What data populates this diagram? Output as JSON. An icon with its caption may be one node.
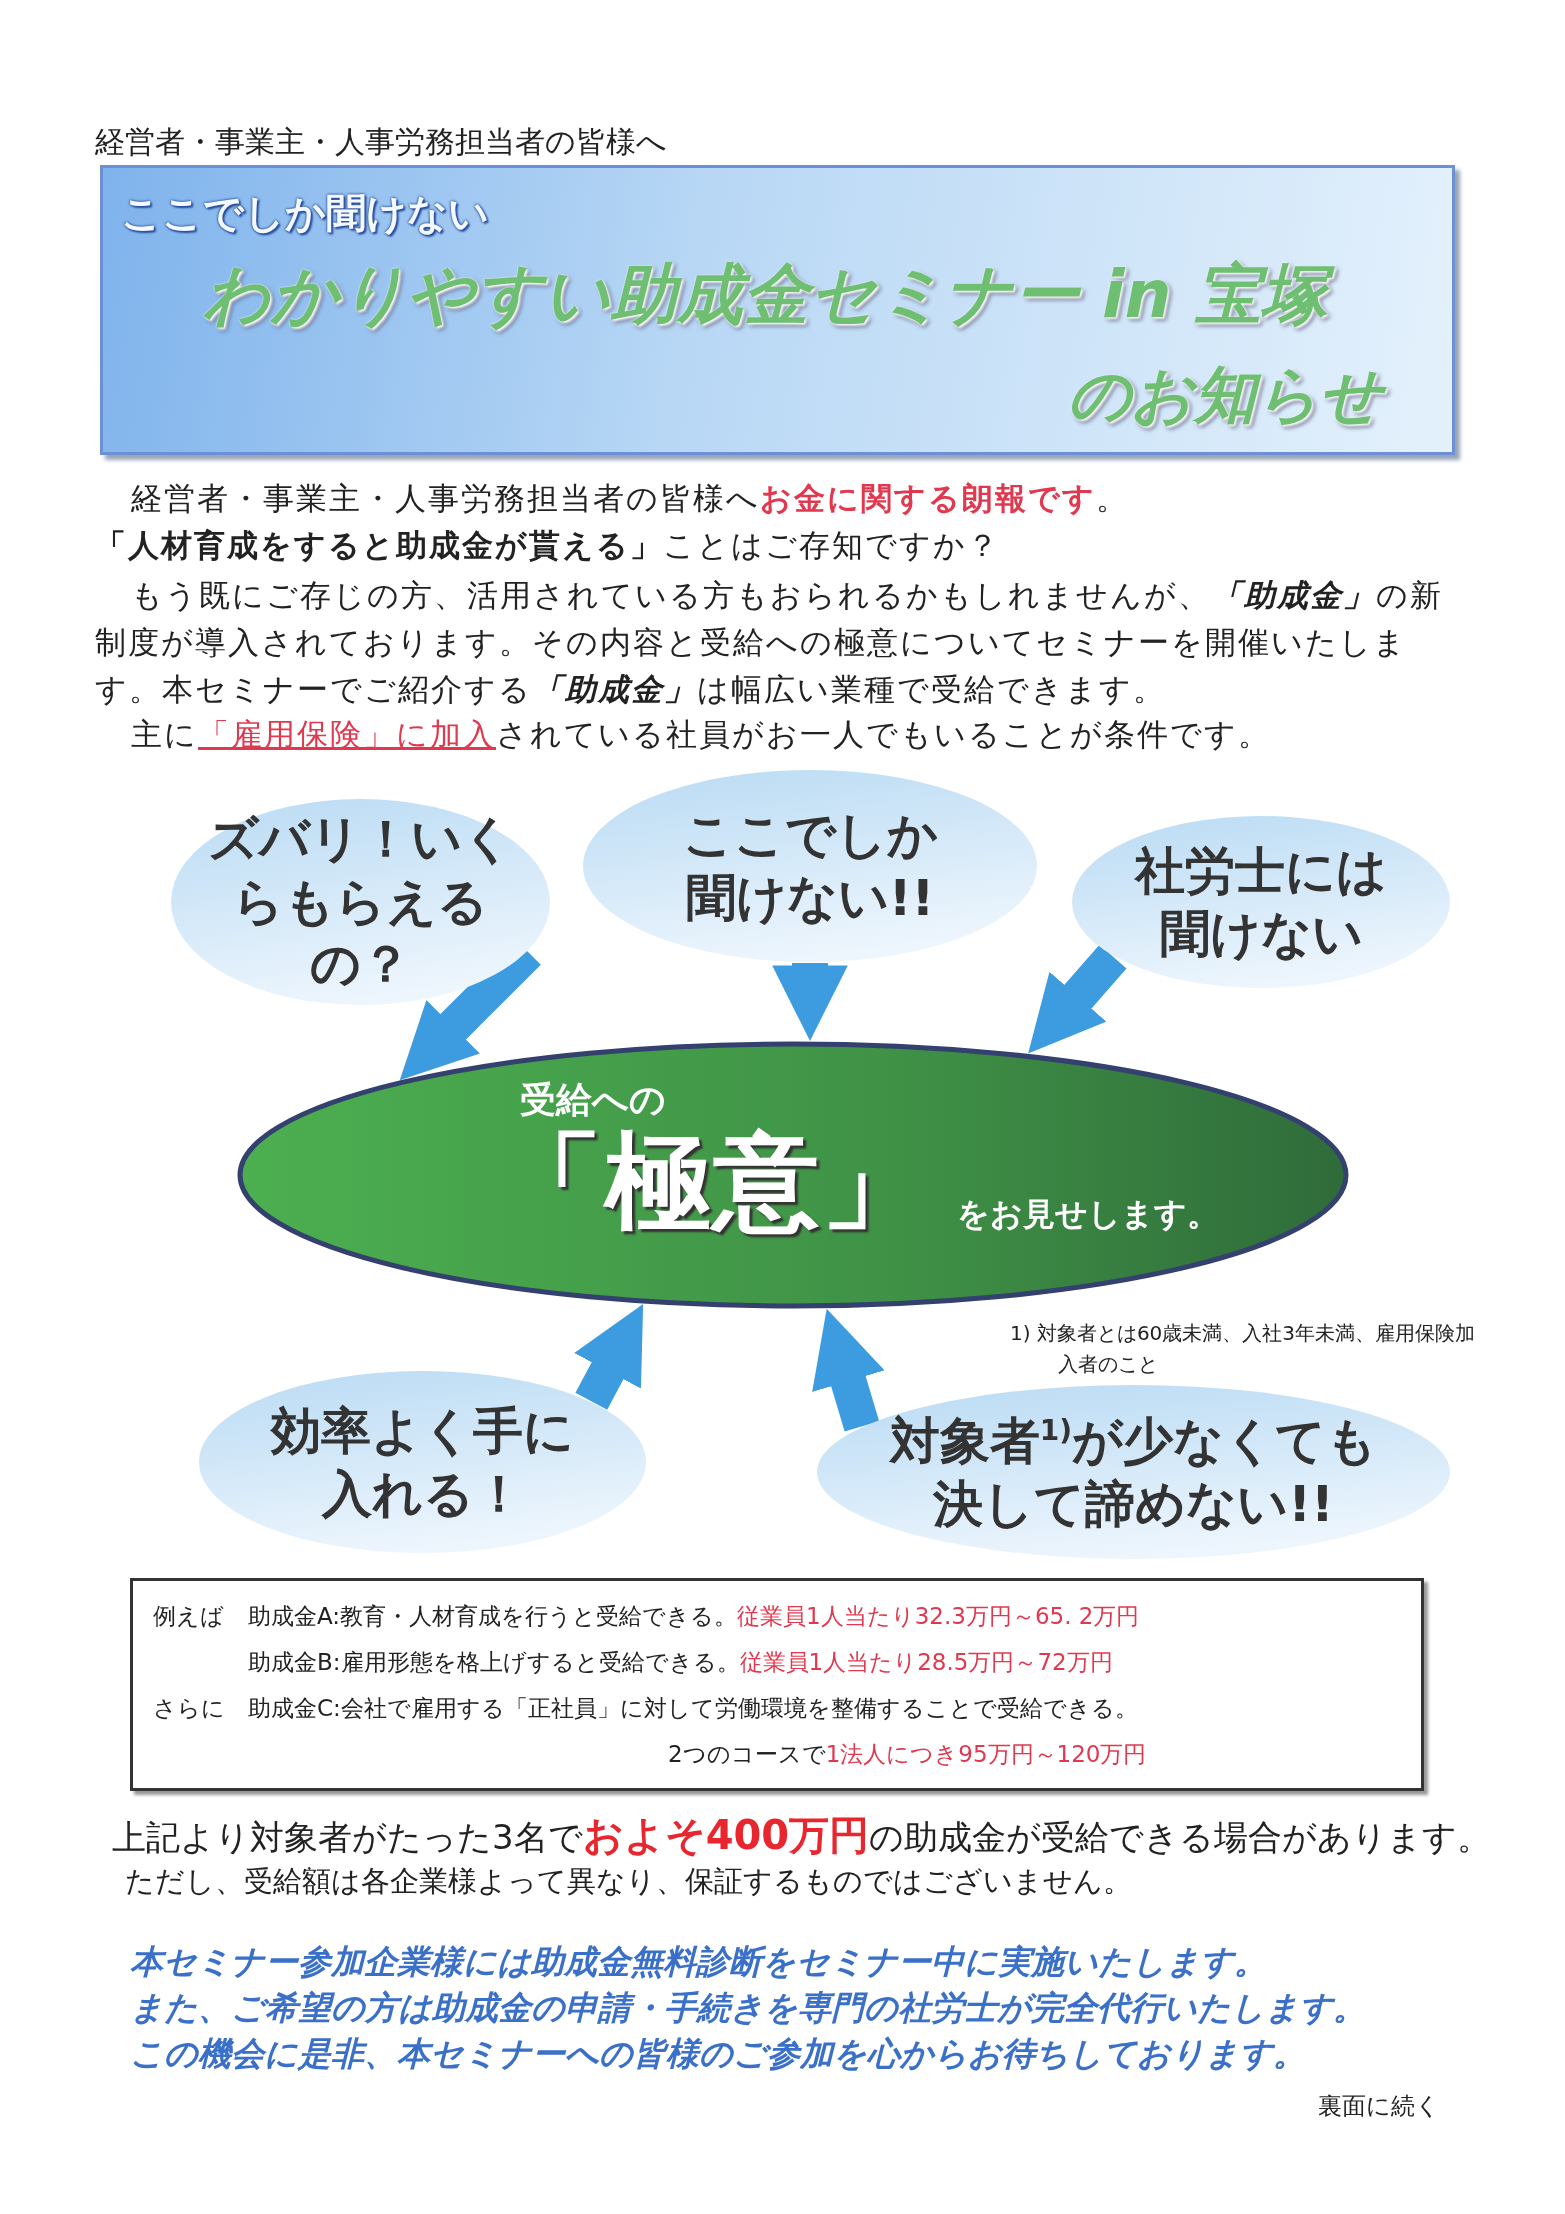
{
  "diagram": {
    "nodes": [
      {
        "text": [
          "ここでしか聞けない",
          "わかりやすい助成金セミナー in 宝塚",
          "のお知らせ"
        ]
      },
      {
        "text": [
          "ズバリ！いくらもらえるの？"
        ]
      },
      {
        "text": [
          "ここでしか聞けない!!"
        ]
      },
      {
        "text": [
          "社労士には聞けない"
        ]
      },
      {
        "text": [
          "受給への",
          "「極意」",
          "をお見せします。"
        ]
      },
      {
        "text": [
          "効率よく手に入れる！"
        ]
      },
      {
        "text": [
          "対象者$^{1)}$が少なくても決して諦めない!!"
        ]
      },
      {
        "text": [
          "例えば",
          "助成金A:教育・人材育成を行うと受給できる。**従業員1人当たり32.3万円～65. 2万円**",
          "助成金B:雇用形態を格上げすると受給できる。**従業員1人当たり28.5万円～72万円**",
          "さらに",
          "助成金C:会社で雇用する「正社員」に対して労働環境を整備することで受給できる。",
          "2つのコースで**1法人につき95万円～120万円**"
        ]
      }
    ],
    "edges": [
      {
        "from": 1,
        "to": 4,
        "arrow": "to"
      },
      {
        "from": 2,
        "to": 4,
        "arrow": "to"
      },
      {
        "from": 3,
        "to": 4,
        "arrow": "to"
      },
      {
        "from": 5,
        "to": 4,
        "arrow": "to"
      },
      {
        "from": 6,
        "to": 4,
        "arrow": "to"
      }
    ],
    "labels": [
      "経営者・事業主・人事労務担当者の皆様へ",
      "経営者・事業主・人事労務担当者の皆様へ**お金に関する朗報です**。",
      "**「人材育成をすると助成金が貰える」**ことはご存知ですか？",
      "もう既にご存じの方、活用されている方もおられるかもしれませんが、**「助成金」**の新制度が導入されております。その内容と受給への極意についてセミナーを開催いたします。本セミナーでご紹介する**「助成金」**は幅広い業種で受給できます。",
      "主に**「雇用保険」に加入**されている社員がお一人でもいることが条件です。",
      "1) 対象者とは60歳未満、入社3年未満、雇用保険加入者のこと",
      "上記より対象者がたった3名で**およそ400万円**の助成金が受給できる場合があります。",
      "ただし、受給額は各企業様よって異なり、保証するものではございません。",
      "本セミナー参加企業様には助成金無料診断をセミナー中に実施いたします。",
      "また、ご希望の方は助成金の申請・手続きを専門の社労士が完全代行いたします。",
      "この機会に是非、本セミナーへの皆様のご参加を心からお待ちしております。",
      "裏面に続く"
    ]
  }
}
